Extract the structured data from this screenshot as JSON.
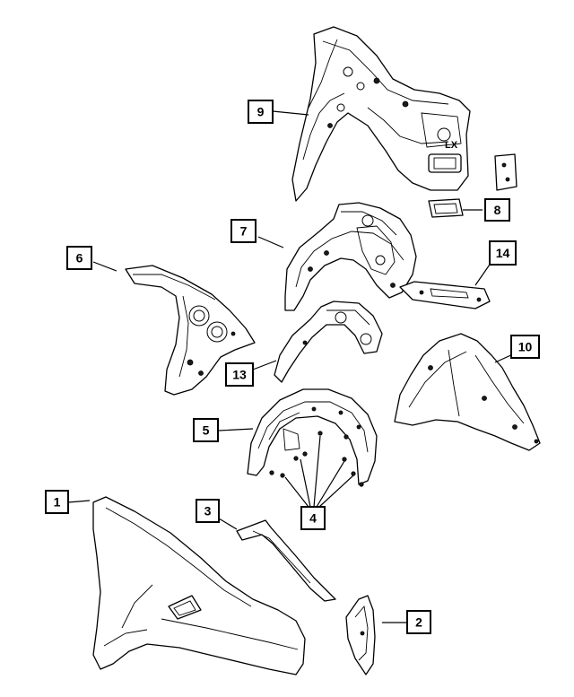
{
  "callouts": [
    {
      "id": "c1",
      "label": "1"
    },
    {
      "id": "c2",
      "label": "2"
    },
    {
      "id": "c3",
      "label": "3"
    },
    {
      "id": "c4",
      "label": "4"
    },
    {
      "id": "c5",
      "label": "5"
    },
    {
      "id": "c6",
      "label": "6"
    },
    {
      "id": "c7",
      "label": "7"
    },
    {
      "id": "c8",
      "label": "8"
    },
    {
      "id": "c9",
      "label": "9"
    },
    {
      "id": "c10",
      "label": "10"
    },
    {
      "id": "c13",
      "label": "13"
    },
    {
      "id": "c14",
      "label": "14"
    }
  ],
  "emboss_text": "LX"
}
